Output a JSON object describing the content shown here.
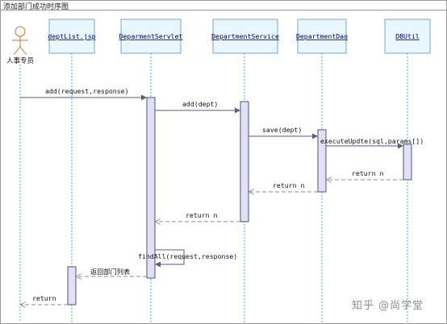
{
  "title": "添加部门成功时序图",
  "actor": {
    "name": "人事专员"
  },
  "lifelines": [
    {
      "id": "jsp",
      "label": "deptList.jsp"
    },
    {
      "id": "servlet",
      "label": "DeparmentServlet"
    },
    {
      "id": "service",
      "label": "DepartmentService"
    },
    {
      "id": "dao",
      "label": "DepartmentDao"
    },
    {
      "id": "util",
      "label": "DBUtil"
    }
  ],
  "messages": [
    {
      "id": "m1",
      "label": "add(request,response)",
      "kind": "sync"
    },
    {
      "id": "m2",
      "label": "add(dept)",
      "kind": "sync"
    },
    {
      "id": "m3",
      "label": "save(dept)",
      "kind": "sync"
    },
    {
      "id": "m4",
      "label": "executeUpdte(sql,params[])",
      "kind": "sync"
    },
    {
      "id": "m5",
      "label": "return n",
      "kind": "return"
    },
    {
      "id": "m6",
      "label": "return n",
      "kind": "return"
    },
    {
      "id": "m7",
      "label": "return n",
      "kind": "return"
    },
    {
      "id": "m8",
      "label": "findAll(request,response)",
      "kind": "self"
    },
    {
      "id": "m9",
      "label": "返回部门列表",
      "kind": "return"
    },
    {
      "id": "m10",
      "label": "return",
      "kind": "return"
    }
  ],
  "watermark": "知乎 @尚学堂",
  "colors": {
    "lifeline": "#4aa3df",
    "object_border": "#7aa7c7",
    "object_fill": "#e8f6fd",
    "object_text": "#000080",
    "activation_fill": "#e0e0f8",
    "activation_border": "#555566",
    "message_line": "#5a5a8c",
    "return_line": "#8a8aa8",
    "frame": "#9a9a9a"
  }
}
